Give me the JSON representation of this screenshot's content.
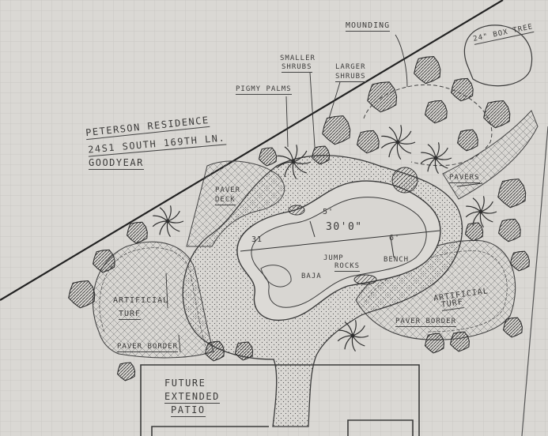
{
  "title_block": {
    "line1": "PETERSON RESIDENCE",
    "line2": "24S1 SOUTH 169TH LN.",
    "line3": "GOODYEAR"
  },
  "labels": {
    "mounding": "MOUNDING",
    "box_tree": "24\" BOX TREE",
    "smaller_shrubs_1": "SMALLER",
    "smaller_shrubs_2": "SHRUBS",
    "larger_shrubs_1": "LARGER",
    "larger_shrubs_2": "SHRUBS",
    "pigmy_palms": "PIGMY PALMS",
    "paver_deck_1": "PAVER",
    "paver_deck_2": "DECK",
    "pavers": "PAVERS",
    "dim_5": "5'",
    "dim_30": "30'0\"",
    "dim_31": "31",
    "dim_6": "6'",
    "jump_rocks_1": "JUMP",
    "jump_rocks_2": "ROCKS",
    "baja": "BAJA",
    "bench": "BENCH",
    "turf_left_1": "ARTIFICIAL",
    "turf_left_2": "TURF",
    "paver_border_left": "PAVER BORDER",
    "turf_right_1": "ARTIFICIAL",
    "turf_right_2": "TURF",
    "paver_border_right": "PAVER BORDER",
    "future_1": "FUTURE",
    "future_2": "EXTENDED",
    "future_3": "PATIO"
  },
  "colors": {
    "paper": "#dad8d4",
    "grid": "#c6c4c0",
    "ink": "#3a3938"
  }
}
